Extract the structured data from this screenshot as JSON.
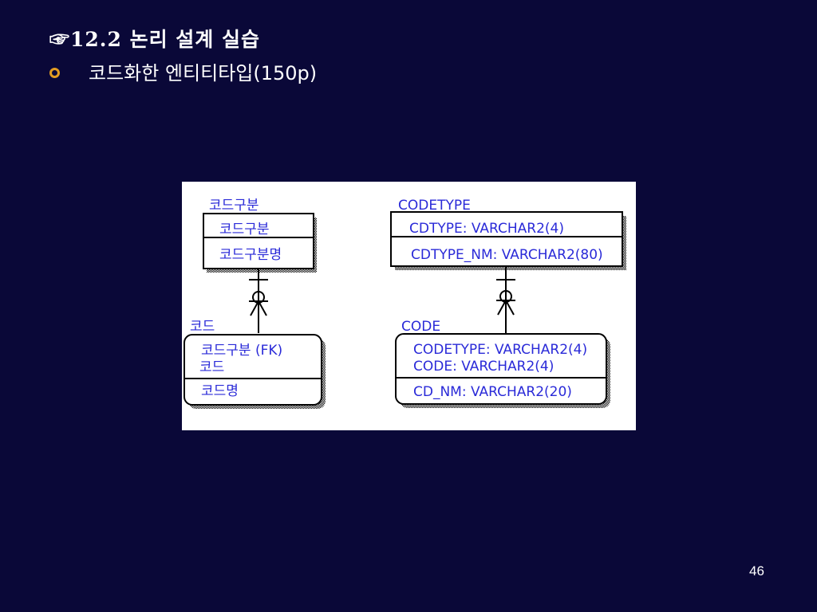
{
  "slide": {
    "title_icon": "☞",
    "title": "12.2 논리 설계 실습",
    "bullet_text": "코드화한 엔티티타입(150p)",
    "page_number": "46",
    "colors": {
      "background": "#0a0838",
      "bullet": "#e39d22",
      "diagram_text": "#2a2ad8"
    }
  },
  "diagram": {
    "entities": {
      "code_category": {
        "name": "코드구분",
        "key_attributes": [
          "코드구분"
        ],
        "attributes": [
          "코드구분명"
        ]
      },
      "codetype": {
        "name": "CODETYPE",
        "key_attributes": [
          "CDTYPE: VARCHAR2(4)"
        ],
        "attributes": [
          "CDTYPE_NM: VARCHAR2(80)"
        ]
      },
      "code": {
        "name": "코드",
        "key_attributes": [
          "코드구분 (FK)",
          "코드"
        ],
        "attributes": [
          "코드명"
        ]
      },
      "code_en": {
        "name": "CODE",
        "key_attributes": [
          "CODETYPE: VARCHAR2(4)",
          "CODE: VARCHAR2(4)"
        ],
        "attributes": [
          "CD_NM: VARCHAR2(20)"
        ]
      }
    },
    "relationships": [
      {
        "from": "code_category",
        "to": "code",
        "type": "one-to-many",
        "notation": "crows-foot"
      },
      {
        "from": "codetype",
        "to": "code_en",
        "type": "one-to-many",
        "notation": "crows-foot"
      }
    ]
  }
}
